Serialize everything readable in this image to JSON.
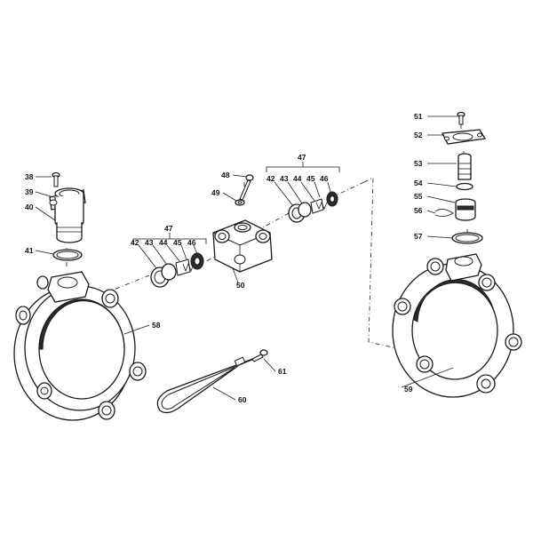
{
  "labels": {
    "l38": "38",
    "l39": "39",
    "l40": "40",
    "l41": "41",
    "l42a": "42",
    "l43a": "43",
    "l44a": "44",
    "l45a": "45",
    "l46a": "46",
    "l47a": "47",
    "l48": "48",
    "l49": "49",
    "l50": "50",
    "l42b": "42",
    "l43b": "43",
    "l44b": "44",
    "l45b": "45",
    "l46b": "46",
    "l47b": "47",
    "l51": "51",
    "l52": "52",
    "l53": "53",
    "l54": "54",
    "l55": "55",
    "l56": "56",
    "l57": "57",
    "l58": "58",
    "l59": "59",
    "l60": "60",
    "l61": "61"
  },
  "colors": {
    "line": "#1a1a1a",
    "background": "#ffffff"
  }
}
